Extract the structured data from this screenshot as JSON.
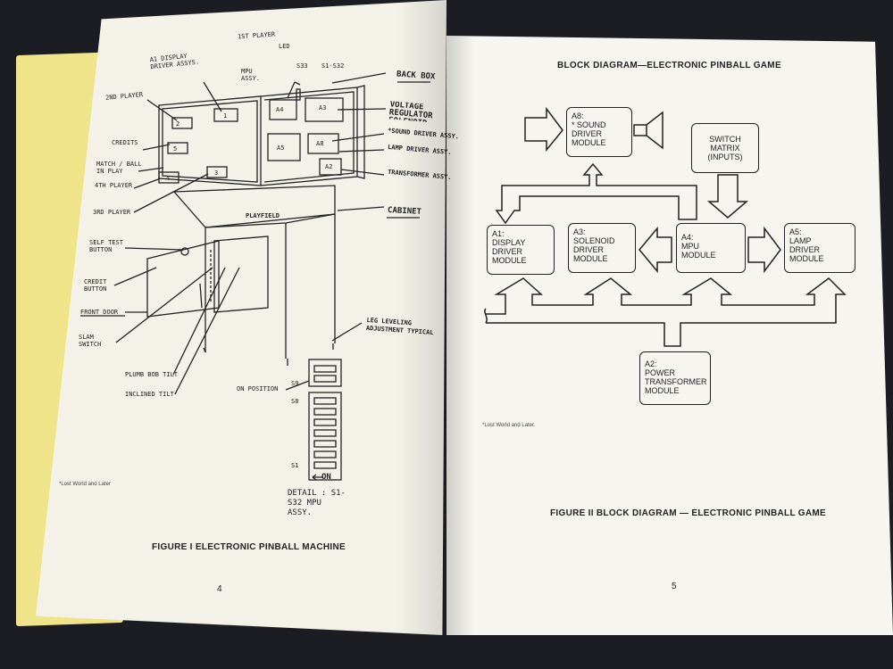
{
  "left_page": {
    "figure_caption": "FIGURE I  ELECTRONIC PINBALL MACHINE",
    "page_number": "4",
    "footnote": "*Lost World and Later",
    "callouts": {
      "display_driver": "A1 DISPLAY DRIVER ASSYS.",
      "first_player": "1ST PLAYER",
      "led": "LED",
      "mpu": "MPU ASSY.",
      "s33": "S33",
      "s1_s32": "S1-S32",
      "back_box": "BACK BOX",
      "second_player": "2ND PLAYER",
      "credits": "CREDITS",
      "match_ball": "MATCH / BALL IN PLAY",
      "fourth_player": "4TH PLAYER",
      "third_player": "3RD PLAYER",
      "voltage_regulator": "VOLTAGE REGULATOR SOLENOID DRIVER",
      "sound_driver": "*SOUND DRIVER ASSY.",
      "lamp_driver": "LAMP DRIVER ASSY.",
      "transformer": "TRANSFORMER ASSY.",
      "playfield": "PLAYFIELD",
      "cabinet": "CABINET",
      "self_test": "SELF TEST BUTTON",
      "credit_button": "CREDIT BUTTON",
      "front_door": "FRONT DOOR",
      "slam_switch": "SLAM SWITCH",
      "plumb_bob": "PLUMB BOB TILT",
      "inclined_tilt": "INCLINED TILT",
      "leg_leveling": "LEG LEVELING ADJUSTMENT TYPICAL",
      "on_position": "ON POSITION",
      "s9": "S9",
      "s8": "S8",
      "s1": "S1",
      "on": "ON",
      "detail": "DETAIL : S1-S32 MPU ASSY.",
      "box_a1": "1",
      "box_a2": "2",
      "box_a3": "3",
      "box_a4": "4",
      "box_a5": "5",
      "panel_a4": "A4",
      "panel_a3": "A3",
      "panel_a5": "A5",
      "panel_a8": "A8",
      "panel_a2": "A2"
    }
  },
  "right_page": {
    "title": "BLOCK DIAGRAM—ELECTRONIC PINBALL GAME",
    "figure_caption": "FIGURE II  BLOCK DIAGRAM — ELECTRONIC PINBALL GAME",
    "page_number": "5",
    "footnote": "*Lost World and Later.",
    "blocks": {
      "a8": "A8:\n* SOUND\nDRIVER\nMODULE",
      "switch": "SWITCH\nMATRIX\n(INPUTS)",
      "a1": "A1:\nDISPLAY\nDRIVER\nMODULE",
      "a3": "A3:\nSOLENOID\nDRIVER\nMODULE",
      "a4": "A4:\nMPU\nMODULE",
      "a5": "A5:\nLAMP\nDRIVER\nMODULE",
      "a2": "A2:\nPOWER\nTRANSFORMER\nMODULE"
    }
  },
  "colors": {
    "page": "#f3f1e8",
    "ink": "#222222",
    "background": "#1c1d22",
    "yellow": "#f0e48a"
  }
}
